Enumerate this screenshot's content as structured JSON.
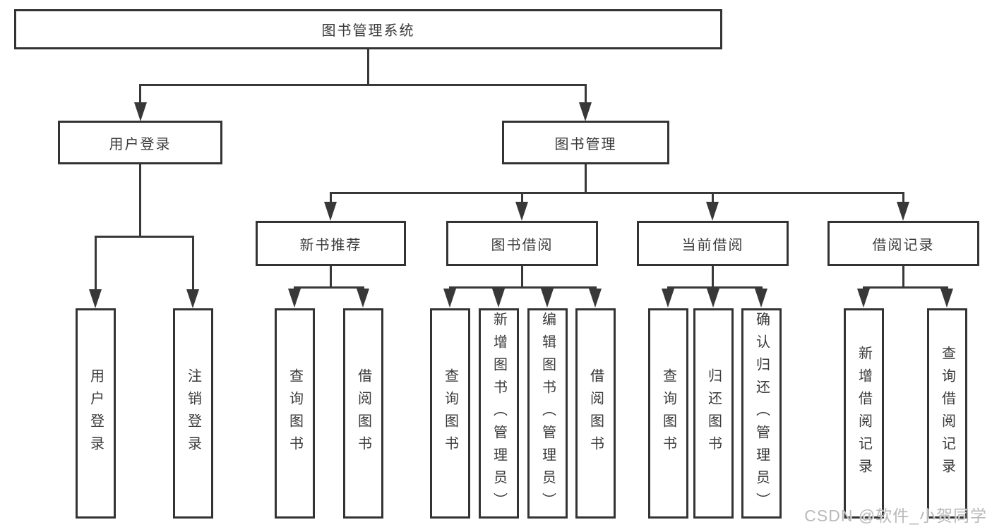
{
  "title": {
    "label": "图书管理系统"
  },
  "level2": [
    {
      "label": "用户登录"
    },
    {
      "label": "图书管理"
    }
  ],
  "level3": [
    {
      "label": "新书推荐"
    },
    {
      "label": "图书借阅"
    },
    {
      "label": "当前借阅"
    },
    {
      "label": "借阅记录"
    }
  ],
  "leaves": [
    {
      "label": "用户登录"
    },
    {
      "label": "注销登录"
    },
    {
      "label": "查询图书"
    },
    {
      "label": "借阅图书"
    },
    {
      "label": "查询图书"
    },
    {
      "label": "新增图书（管理员）"
    },
    {
      "label": "编辑图书（管理员）"
    },
    {
      "label": "借阅图书"
    },
    {
      "label": "查询图书"
    },
    {
      "label": "归还图书"
    },
    {
      "label": "确认归还（管理员）"
    },
    {
      "label": "新增借阅记录"
    },
    {
      "label": "查询借阅记录"
    }
  ],
  "watermark": {
    "label": "CSDN @软件_小贺同学"
  },
  "colors": {
    "line": "#383838",
    "text": "#3a3a3a",
    "box_border": "#333333",
    "background": "#ffffff",
    "watermark": "#b9b9b9"
  }
}
